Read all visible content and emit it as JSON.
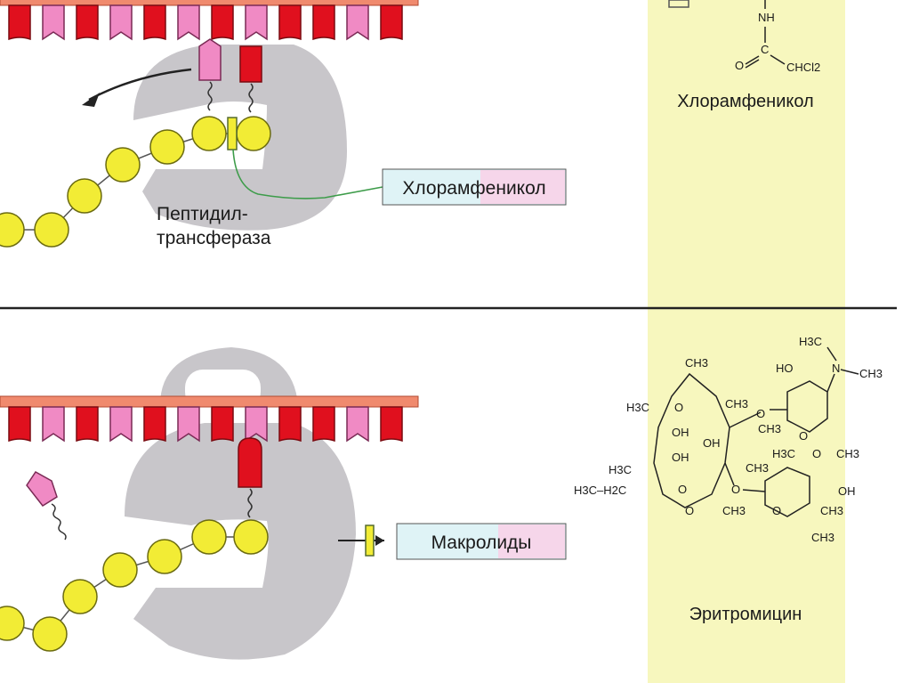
{
  "colors": {
    "mrna_bar": "#f08a6e",
    "codon_red": "#e0101e",
    "codon_pink": "#f08ac4",
    "ribosome_gray": "#c8c6ca",
    "amino_yellow": "#f2ec35",
    "drug_panel_yellow": "#f7f7be",
    "divider": "#222222"
  },
  "top_panel": {
    "enzyme_label_line1": "Пептидил-",
    "enzyme_label_line2": "трансфераза",
    "antibiotic_box": "Хлорамфеникол"
  },
  "bottom_panel": {
    "antibiotic_box": "Макролиды"
  },
  "structures": {
    "chloramphenicol": {
      "name": "Хлорамфеникол",
      "atoms": [
        "NH",
        "C",
        "O",
        "CHCl2"
      ]
    },
    "erythromycin": {
      "name": "Эритромицин",
      "atoms": [
        "CH3",
        "H3C",
        "O",
        "CH3",
        "OH",
        "OH",
        "CH3",
        "OH",
        "H3C",
        "H3C–H2C",
        "O",
        "O",
        "CH3",
        "O",
        "CH3",
        "O",
        "H3C",
        "N",
        "CH3",
        "HO",
        "O",
        "CH3",
        "H3C",
        "O",
        "OH",
        "O",
        "CH3",
        "CH3"
      ]
    }
  }
}
